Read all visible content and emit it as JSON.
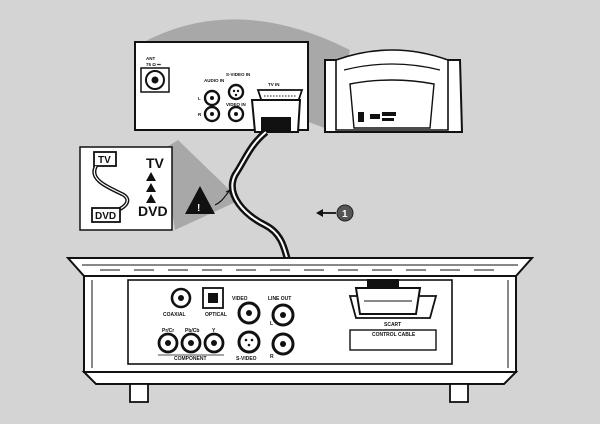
{
  "tv_panel": {
    "antenna": "ANT",
    "antenna_spec": "75 Ω ⎓",
    "audio_in": "AUDIO IN",
    "audio_l": "L",
    "audio_r": "R",
    "svideo_in": "S-VIDEO IN",
    "video_in": "VIDEO IN",
    "tv_in": "TV IN"
  },
  "inset": {
    "tv_plug": "TV",
    "dvd_plug": "DVD",
    "tv_label": "TV",
    "dvd_label": "DVD"
  },
  "warning": {
    "symbol": "!"
  },
  "step": {
    "number": "1"
  },
  "dvd_panel": {
    "coaxial": "COAXIAL",
    "optical": "OPTICAL",
    "video": "VIDEO",
    "pr": "Pr/Cr",
    "pb": "Pb/Cb",
    "y": "Y",
    "component": "COMPONENT",
    "svideo": "S-VIDEO",
    "line_out": "LINE OUT",
    "l": "L",
    "r": "R",
    "scart": "SCART",
    "control_cable": "CONTROL CABLE"
  },
  "colors": {
    "background": "#d4d4d4",
    "line": "#111111",
    "panel": "#ffffff",
    "shade": "#a8a8a8"
  }
}
